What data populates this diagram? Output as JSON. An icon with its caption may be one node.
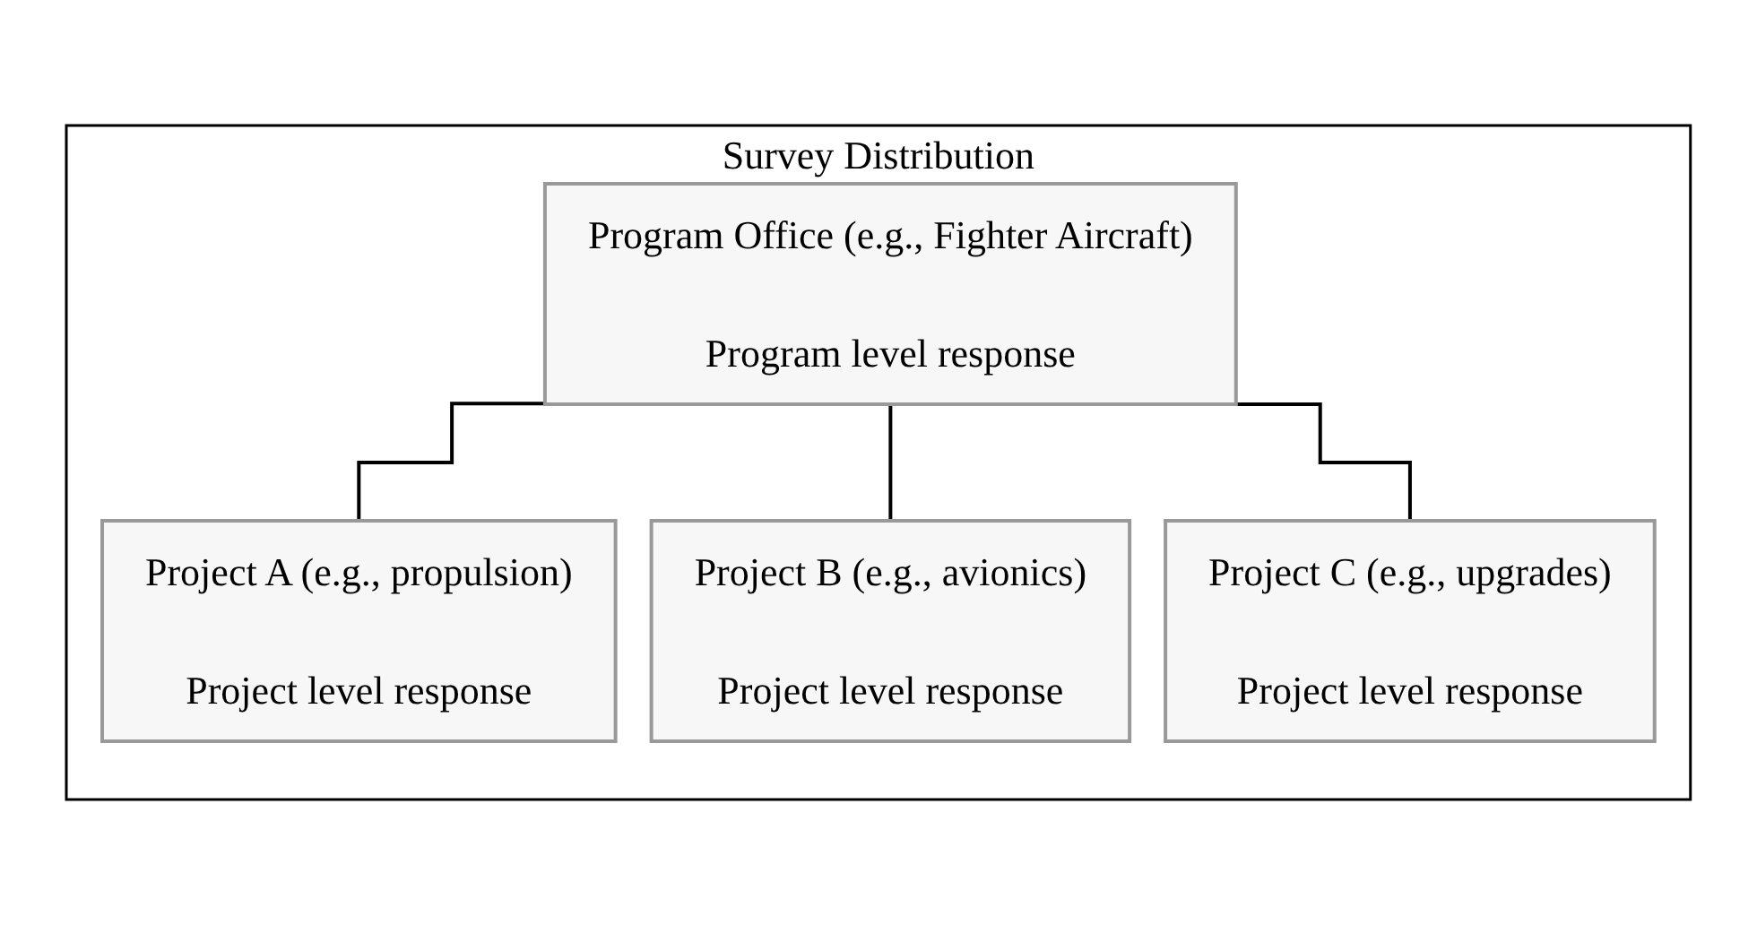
{
  "diagram": {
    "nodes": [
      {
        "text": [
          "Survey Distribution"
        ]
      },
      {
        "text": [
          "Program Office (e.g., Fighter Aircraft)",
          "Program level response"
        ],
        "in": 0
      },
      {
        "text": [
          "Project A (e.g., propulsion)",
          "Project level response"
        ],
        "in": 0
      },
      {
        "text": [
          "Project B (e.g., avionics)",
          "Project level response"
        ],
        "in": 0
      },
      {
        "text": [
          "Project C (e.g., upgrades)",
          "Project level response"
        ],
        "in": 0
      }
    ],
    "edges": [
      {
        "from": 1,
        "to": 2,
        "arrow": "none"
      },
      {
        "from": 1,
        "to": 3,
        "arrow": "none"
      },
      {
        "from": 1,
        "to": 4,
        "arrow": "none"
      }
    ]
  }
}
